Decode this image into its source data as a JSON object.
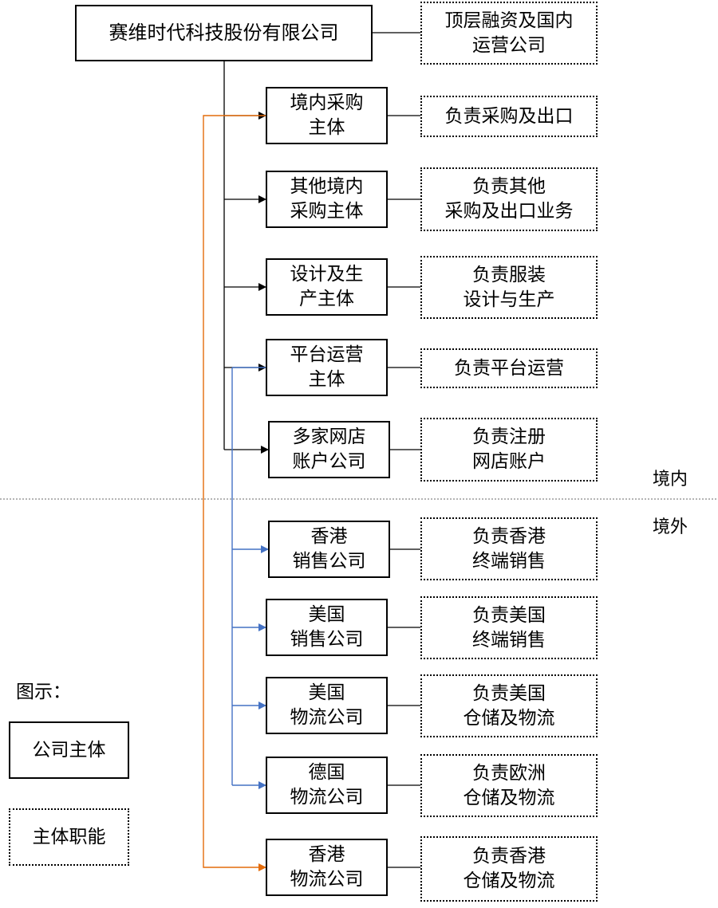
{
  "entities": {
    "parent": "赛维时代科技股份有限公司",
    "domestic_purchase": "境内采购\n主体",
    "other_domestic_purchase": "其他境内\n采购主体",
    "design_production": "设计及生\n产主体",
    "platform_ops": "平台运营\n主体",
    "store_accounts": "多家网店\n账户公司",
    "hk_sales": "香港\n销售公司",
    "us_sales": "美国\n销售公司",
    "us_logistics": "美国\n物流公司",
    "de_logistics": "德国\n物流公司",
    "hk_logistics": "香港\n物流公司"
  },
  "functions": {
    "parent": "顶层融资及国内\n运营公司",
    "domestic_purchase": "负责采购及出口",
    "other_domestic_purchase": "负责其他\n采购及出口业务",
    "design_production": "负责服装\n设计与生产",
    "platform_ops": "负责平台运营",
    "store_accounts": "负责注册\n网店账户",
    "hk_sales": "负责香港\n终端销售",
    "us_sales": "负责美国\n终端销售",
    "us_logistics": "负责美国\n仓储及物流",
    "de_logistics": "负责欧洲\n仓储及物流",
    "hk_logistics": "负责香港\n仓储及物流"
  },
  "regions": {
    "domestic": "境内",
    "overseas": "境外"
  },
  "legend": {
    "title": "图示：",
    "entity": "公司主体",
    "function": "主体职能"
  },
  "colors": {
    "black_line": "#000000",
    "orange_line": "#E46C0A",
    "blue_line": "#4472C4",
    "divider": "#888888"
  }
}
